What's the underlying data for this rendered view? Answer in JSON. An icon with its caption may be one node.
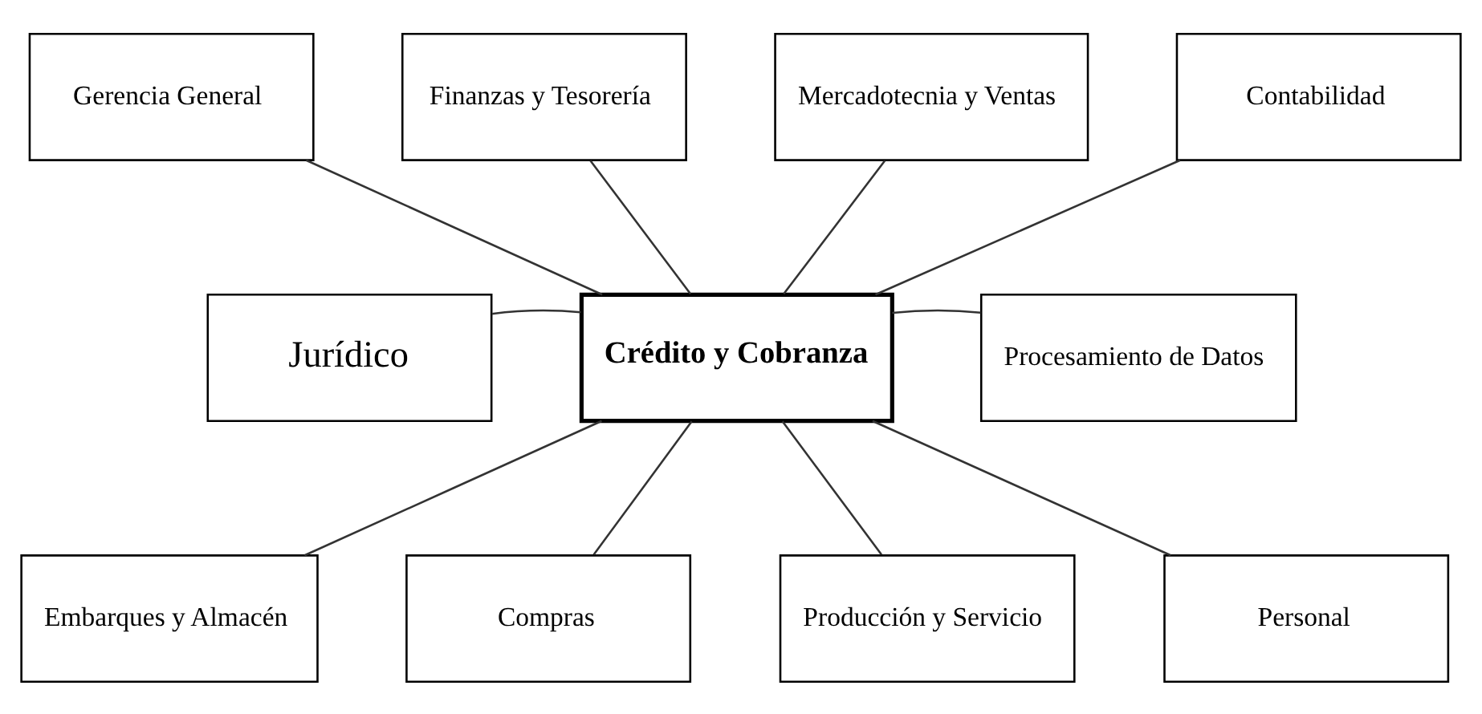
{
  "diagram": {
    "nodes": [
      {
        "text": [
          "Gerencia General"
        ]
      },
      {
        "text": [
          "Finanzas y Tesorería"
        ]
      },
      {
        "text": [
          "Mercadotecnia y Ventas"
        ]
      },
      {
        "text": [
          "Contabilidad"
        ]
      },
      {
        "text": [
          "Jurídico"
        ]
      },
      {
        "text": [
          "Crédito y Cobranza"
        ]
      },
      {
        "text": [
          "Procesamiento de Datos"
        ]
      },
      {
        "text": [
          "Embarques y Almacén"
        ]
      },
      {
        "text": [
          "Compras"
        ]
      },
      {
        "text": [
          "Producción y Servicio"
        ]
      },
      {
        "text": [
          "Personal"
        ]
      }
    ],
    "edges": [
      {
        "from": 0,
        "to": 5,
        "arrow": "none"
      },
      {
        "from": 1,
        "to": 5,
        "arrow": "none"
      },
      {
        "from": 2,
        "to": 5,
        "arrow": "none"
      },
      {
        "from": 3,
        "to": 5,
        "arrow": "none"
      },
      {
        "from": 4,
        "to": 5,
        "arrow": "none"
      },
      {
        "from": 5,
        "to": 6,
        "arrow": "none"
      },
      {
        "from": 5,
        "to": 7,
        "arrow": "none"
      },
      {
        "from": 5,
        "to": 8,
        "arrow": "none"
      },
      {
        "from": 5,
        "to": 9,
        "arrow": "none"
      },
      {
        "from": 5,
        "to": 10,
        "arrow": "none"
      }
    ]
  }
}
